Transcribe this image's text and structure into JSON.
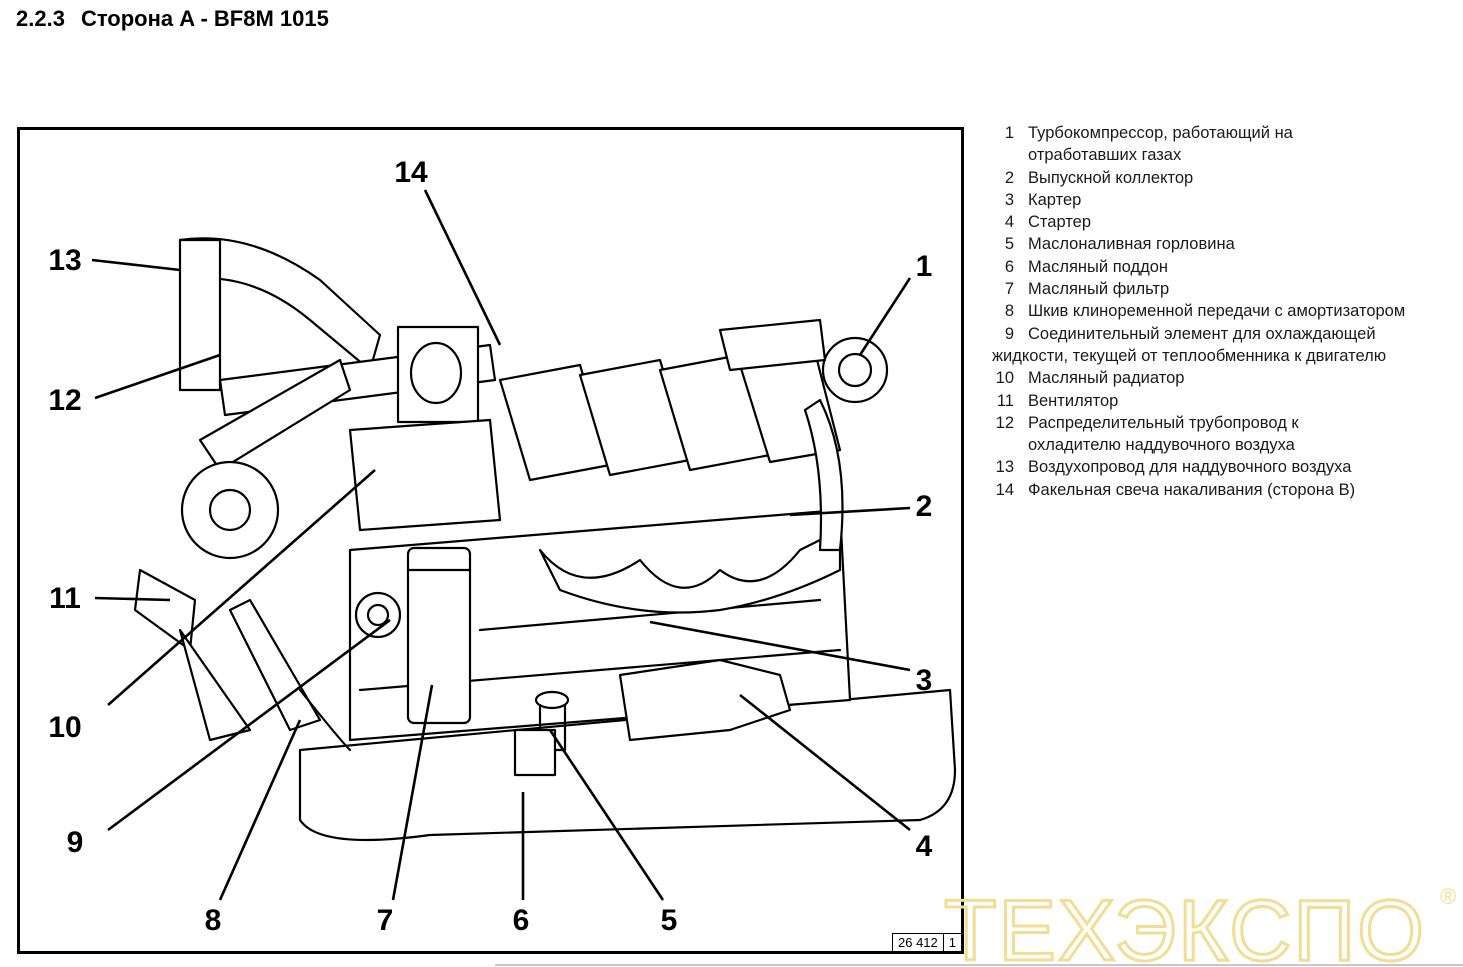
{
  "header": {
    "section_number": "2.2.3",
    "section_title": "Сторона A - BF8M 1015"
  },
  "figure": {
    "callouts": [
      "1",
      "2",
      "3",
      "4",
      "5",
      "6",
      "7",
      "8",
      "9",
      "10",
      "11",
      "12",
      "13",
      "14"
    ],
    "figure_code": "26 412",
    "figure_index": "1"
  },
  "legend": {
    "items": [
      {
        "num": "1",
        "text": "Турбокомпрессор, работающий на",
        "cont": "отработавших газах"
      },
      {
        "num": "2",
        "text": "Выпускной коллектор"
      },
      {
        "num": "3",
        "text": "Картер"
      },
      {
        "num": "4",
        "text": "Стартер"
      },
      {
        "num": "5",
        "text": "Маслоналивная горловина"
      },
      {
        "num": "6",
        "text": "Масляный поддон"
      },
      {
        "num": "7",
        "text": "Масляный фильтр"
      },
      {
        "num": "8",
        "text": "Шкив клиноременной передачи с амортизатором"
      },
      {
        "num": "9",
        "text": "Соединительный элемент для охлаждающей",
        "cont": "жидкости, текущей от теплообменника к двигателю"
      },
      {
        "num": "10",
        "text": "Масляный радиатор"
      },
      {
        "num": "11",
        "text": "Вентилятор"
      },
      {
        "num": "12",
        "text": "Распределительный трубопровод к",
        "cont": "охладителю наддувочного воздуха"
      },
      {
        "num": "13",
        "text": "Воздухопровод для наддувочного воздуха"
      },
      {
        "num": "14",
        "text": "Факельная свеча накаливания (сторона B)"
      }
    ]
  },
  "watermark": {
    "text": "ТЕХЭКСПО",
    "registered_mark": "®",
    "color": "#f5e6a8"
  }
}
